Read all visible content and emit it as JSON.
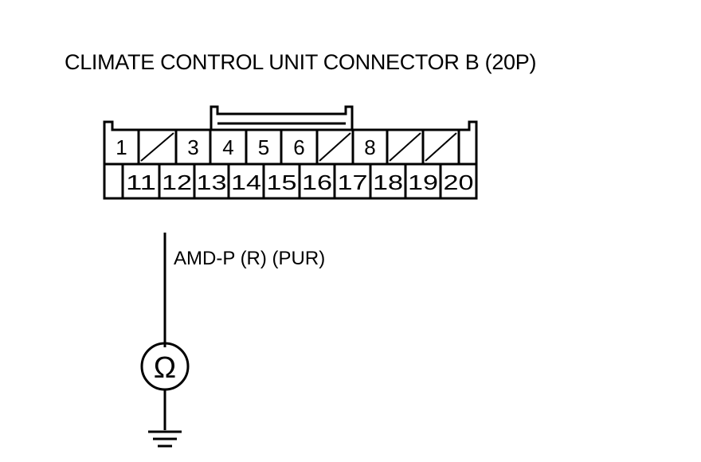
{
  "title": "CLIMATE CONTROL UNIT CONNECTOR B (20P)",
  "wire_label": "AMD-P (R) (PUR)",
  "meter_symbol": "Ω",
  "connector": {
    "top_row": [
      "1",
      "",
      "3",
      "4",
      "5",
      "6",
      "",
      "8",
      "",
      "",
      ""
    ],
    "top_row_slashed": [
      false,
      true,
      false,
      false,
      false,
      false,
      true,
      false,
      true,
      true,
      false
    ],
    "bottom_row": [
      "",
      "11",
      "12",
      "13",
      "14",
      "15",
      "16",
      "17",
      "18",
      "19",
      "20"
    ]
  },
  "icons": {
    "meter": "ohmmeter-icon",
    "ground": "ground-icon"
  }
}
